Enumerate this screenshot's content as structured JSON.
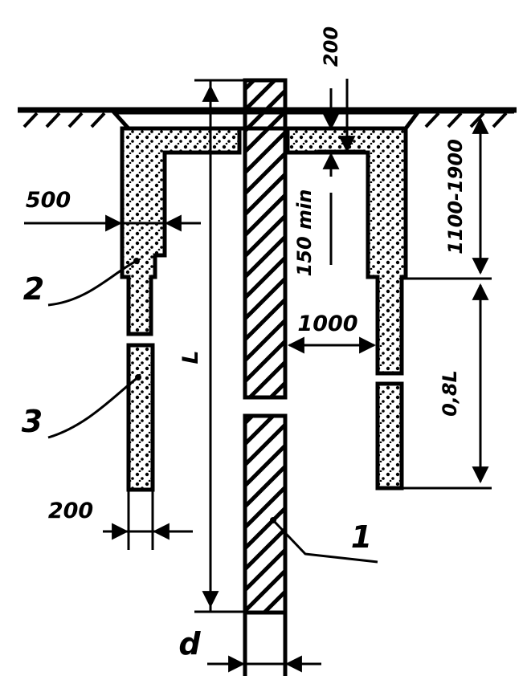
{
  "dimensions": {
    "top_gap": "200",
    "soil_thickness": "500",
    "vertical_depth": "150 min",
    "trench_depth": "1100-1900",
    "side_gap": "1000",
    "lower_depth": "0,8L",
    "bottom_gap": "200",
    "length": "L",
    "diameter": "d"
  },
  "callouts": {
    "pile": "1",
    "upper_layer": "2",
    "lower_layer": "3"
  }
}
